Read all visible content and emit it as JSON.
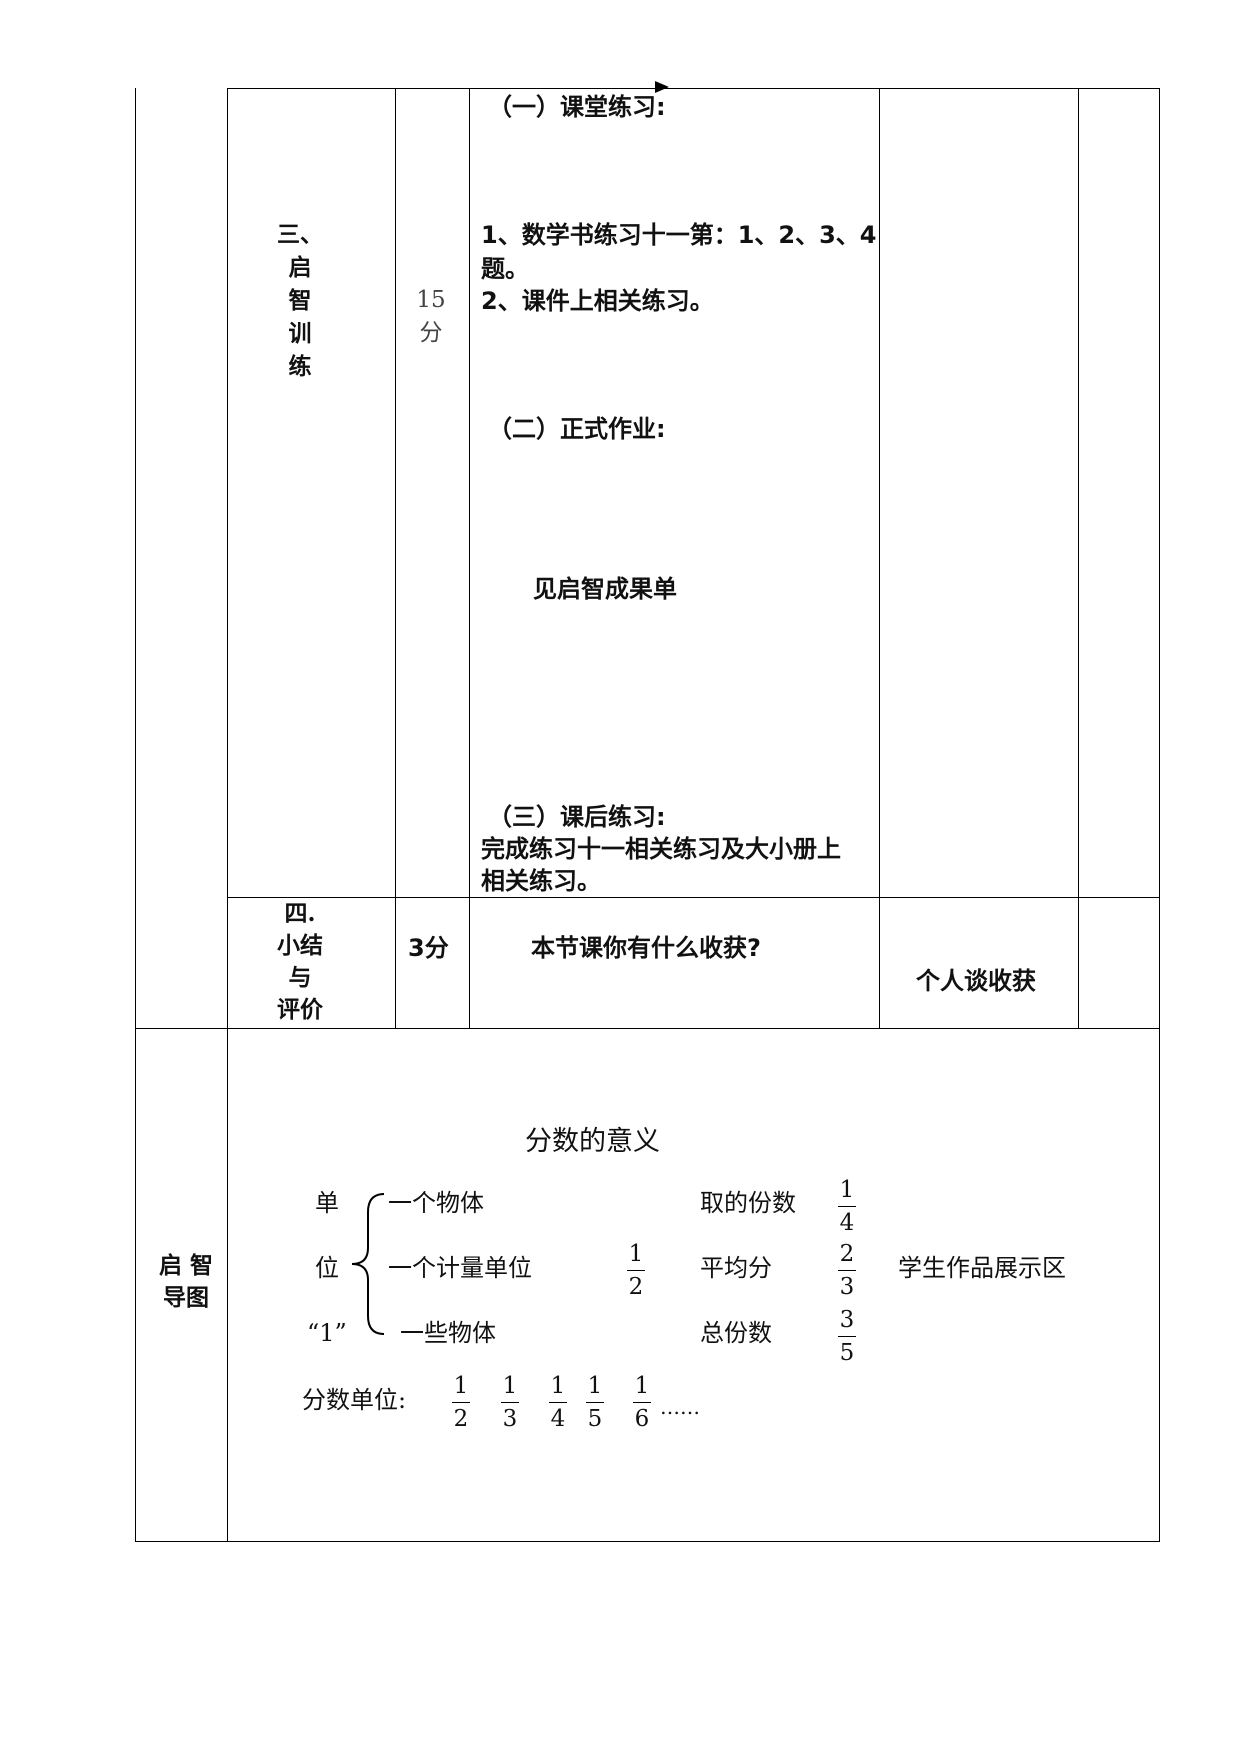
{
  "row3": {
    "stage": [
      "三、",
      "启",
      "智",
      "训",
      "练"
    ],
    "time": [
      "15",
      "分"
    ],
    "sec1_title": "（一）课堂练习:",
    "item1_a": "1、数学书练习十一第：1、2、3、4",
    "item1_b": "题。",
    "item2": "2、课件上相关练习。",
    "sec2_title": "（二）正式作业:",
    "homework": "见启智成果单",
    "sec3_title": "（三）课后练习:",
    "after_a": "完成练习十一相关练习及大小册上",
    "after_b": "相关练习。"
  },
  "row4": {
    "stage": [
      "四.",
      "小结",
      "与",
      "评价"
    ],
    "time": "3分",
    "question": "本节课你有什么收获?",
    "student": "个人谈收获"
  },
  "map": {
    "label": [
      "启 智",
      "导图"
    ],
    "title": "分数的意义",
    "unit_chars": [
      "单",
      "位",
      "“1”"
    ],
    "branches": [
      "一个物体",
      "一个计量单位",
      "一些物体"
    ],
    "half": {
      "num": "1",
      "den": "2"
    },
    "right_labels": [
      "取的份数",
      "平均分",
      "总份数"
    ],
    "right_fracs": [
      {
        "num": "1",
        "den": "4"
      },
      {
        "num": "2",
        "den": "3"
      },
      {
        "num": "3",
        "den": "5"
      }
    ],
    "showcase": "学生作品展示区",
    "unit_label": "分数单位:",
    "unit_fracs": [
      {
        "num": "1",
        "den": "2"
      },
      {
        "num": "1",
        "den": "3"
      },
      {
        "num": "1",
        "den": "4"
      },
      {
        "num": "1",
        "den": "5"
      },
      {
        "num": "1",
        "den": "6"
      }
    ],
    "ellipsis": "……"
  }
}
